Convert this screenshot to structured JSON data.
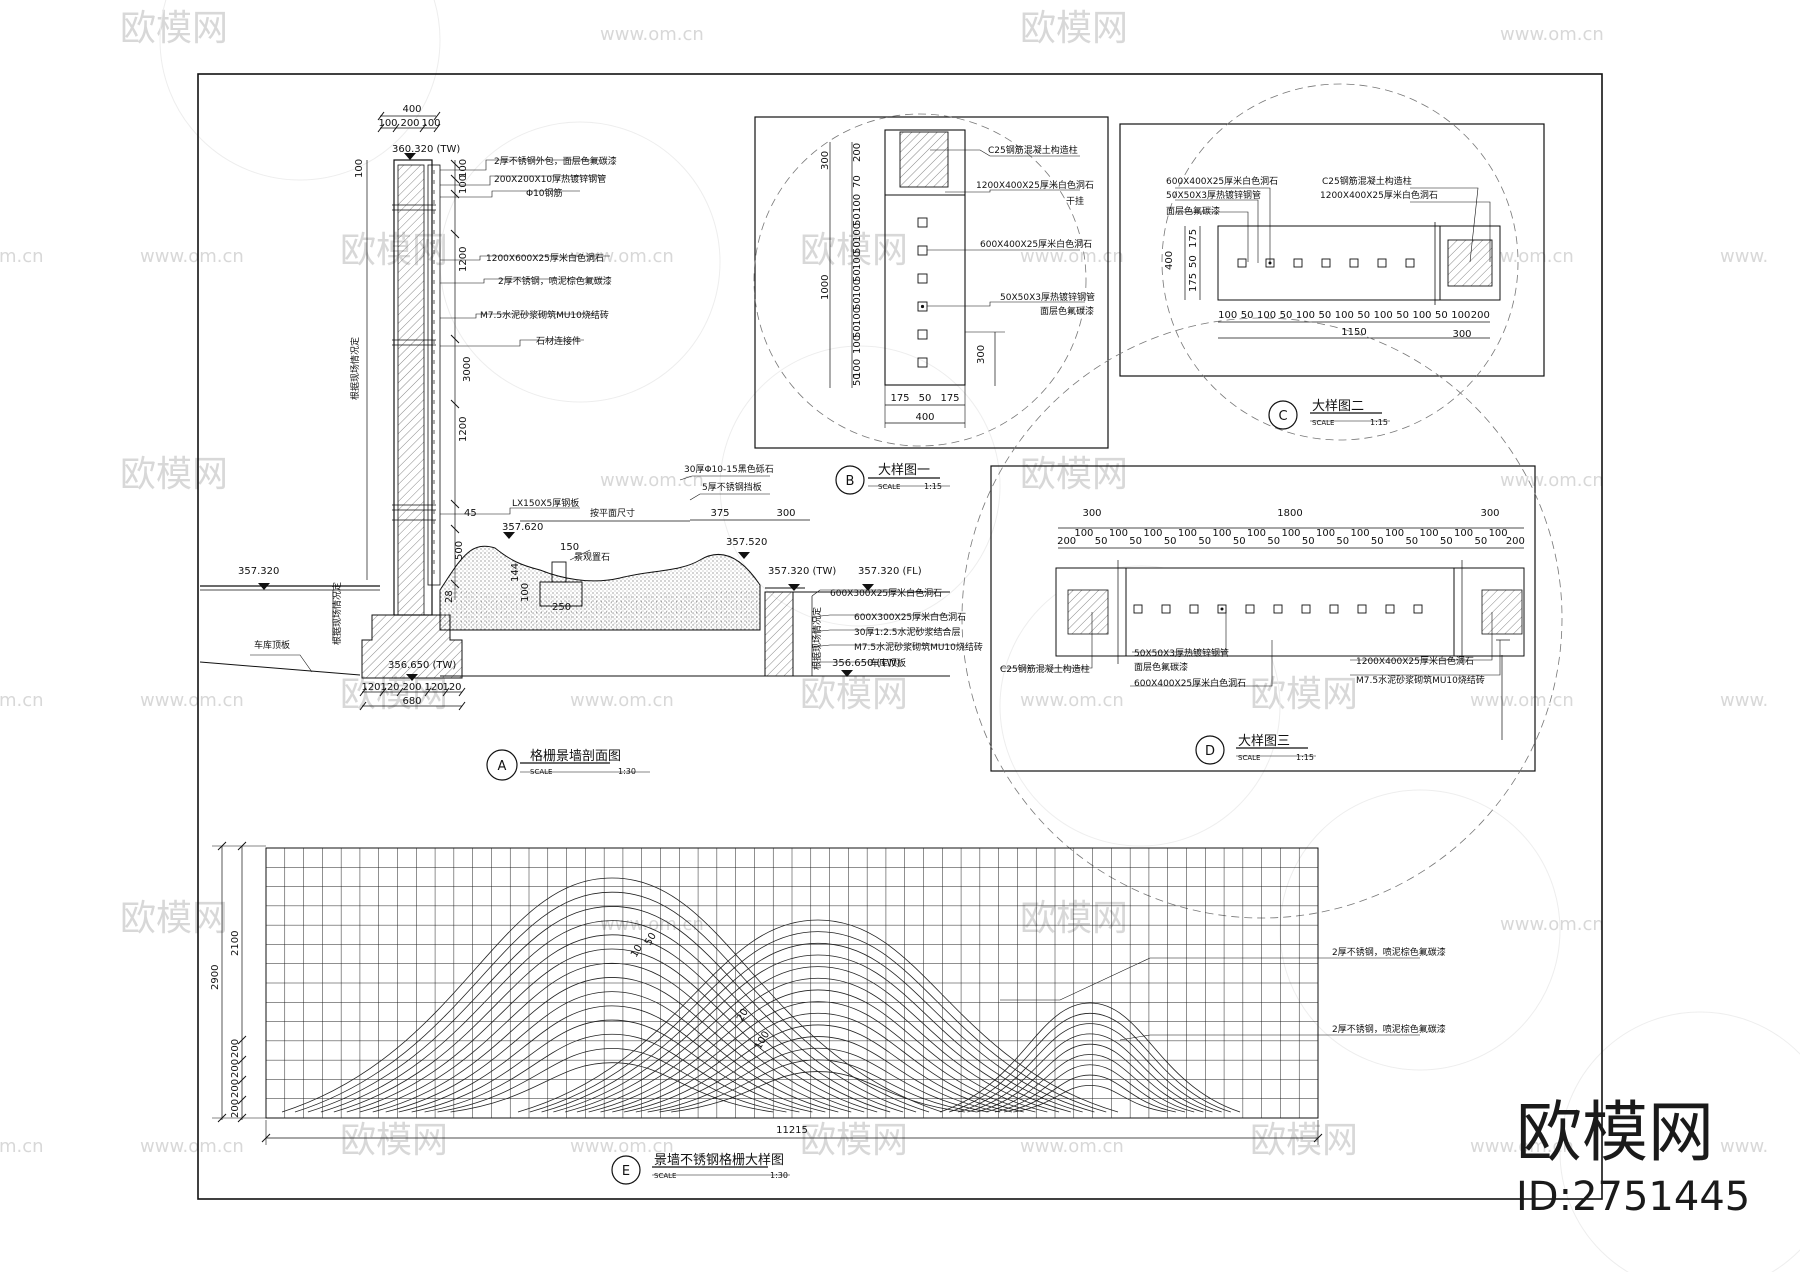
{
  "watermark": {
    "brand": "欧模网",
    "url": "www.om.cn",
    "url_cut_left": "om.cn",
    "url_cut_right": "www."
  },
  "corner": {
    "brand": "欧模网",
    "id": "ID:2751445"
  },
  "panel_a": {
    "letter": "A",
    "title": "格栅景墙剖面图",
    "scale_label": "SCALE",
    "scale": "1:30",
    "dims": {
      "top_total": "400",
      "top_a": "100",
      "top_b": "200",
      "top_c": "100",
      "right_100a": "100",
      "right_100b": "100",
      "right_1200a": "1200",
      "right_3000": "3000",
      "right_1200b": "1200",
      "right_45": "45",
      "right_500": "500",
      "right_28": "28",
      "left_100": "100",
      "bottom_total": "680",
      "b1": "120",
      "b2": "120",
      "b3": "200",
      "b4": "120",
      "b5": "120",
      "rock_375": "375",
      "rock_300": "300",
      "d144": "144",
      "d100": "100",
      "d250": "250",
      "d150": "150"
    },
    "levels": {
      "top_tw": "360.320 (TW)",
      "left_ground": "357.320",
      "rock_left": "357.620",
      "rock_right": "357.520",
      "wall_tw": "357.320 (TW)",
      "floor_fl": "357.320 (FL)",
      "foot_tw": "356.650 (TW)",
      "right_foot_tw": "356.650 (TW)"
    },
    "notes": {
      "n1": "2厚不锈钢外包，面层色氟碳漆",
      "n2": "200X200X10厚热镀锌钢管",
      "n3": "Φ10钢筋",
      "n4": "1200X600X25厚米白色洞石",
      "n5": "2厚不锈钢，喷泥棕色氟碳漆",
      "n6": "M7.5水泥砂浆砌筑MU10烧结砖",
      "n7": "石材连接件",
      "n8": "LX150X5厚钢板",
      "n9": "按平面尺寸",
      "n10": "30厚Φ10-15黑色砾石",
      "n11": "5厚不锈钢挡板",
      "n12": "景观置石",
      "n13": "600X300X25厚米白色洞石",
      "n14": "600X300X25厚米白色洞石",
      "n15": "30厚1:2.5水泥砂浆结合层",
      "n16": "M7.5水泥砂浆砌筑MU10烧结砖",
      "n17": "车库顶板",
      "n18": "车库顶板",
      "v1": "根据现场情况定",
      "v2": "根据现场情况定",
      "v3": "根据现场情况定"
    }
  },
  "panel_b": {
    "letter": "B",
    "title": "大样图一",
    "scale_label": "SCALE",
    "scale": "1:15",
    "dims": {
      "left_300": "300",
      "left_1000": "1000",
      "s200": "200",
      "s70": "70",
      "s100a": "100",
      "s50a": "50",
      "s100b": "100",
      "s50b": "50",
      "s100c": "100",
      "s50c": "50",
      "s100d": "100",
      "s50d": "50",
      "s100e": "100",
      "s50e": "50",
      "s100f": "100",
      "s100g": "100",
      "s50g": "50",
      "right_300": "300",
      "b175a": "175",
      "b50": "50",
      "b175b": "175",
      "b400": "400"
    },
    "notes": {
      "n1": "C25钢筋混凝土构造柱",
      "n2": "1200X400X25厚米白色洞石",
      "n2b": "干挂",
      "n3": "600X400X25厚米白色洞石",
      "n4": "50X50X3厚热镀锌钢管",
      "n4b": "面层色氟碳漆"
    }
  },
  "panel_c": {
    "letter": "C",
    "title": "大样图二",
    "scale_label": "SCALE",
    "scale": "1:15",
    "dims": {
      "left_400": "400",
      "l175a": "175",
      "l50": "50",
      "l175b": "175",
      "seq": [
        "100",
        "50",
        "100",
        "50",
        "100",
        "50",
        "100",
        "50",
        "100",
        "50",
        "100",
        "50",
        "100",
        "200"
      ],
      "total_1150": "1150",
      "total_300": "300"
    },
    "notes": {
      "n1": "600X400X25厚米白色洞石",
      "n2": "50X50X3厚热镀锌钢管",
      "n3": "面层色氟碳漆",
      "n4": "C25钢筋混凝土构造柱",
      "n5": "1200X400X25厚米白色洞石"
    }
  },
  "panel_d": {
    "letter": "D",
    "title": "大样图三",
    "scale_label": "SCALE",
    "scale": "1:15",
    "dims": {
      "top_300a": "300",
      "top_1800": "1800",
      "top_300b": "300",
      "seq": [
        "200",
        "100",
        "50",
        "100",
        "50",
        "100",
        "50",
        "100",
        "50",
        "100",
        "50",
        "100",
        "50",
        "100",
        "50",
        "100",
        "50",
        "100",
        "50",
        "100",
        "50",
        "100",
        "50",
        "100",
        "50",
        "100",
        "200"
      ]
    },
    "notes": {
      "n1": "C25钢筋混凝土构造柱",
      "n2": "50X50X3厚热镀锌钢管",
      "n3": "面层色氟碳漆",
      "n4": "600X400X25厚米白色洞石",
      "n5": "1200X400X25厚米白色洞石",
      "n6": "M7.5水泥砂浆砌筑MU10烧结砖"
    }
  },
  "panel_e": {
    "letter": "E",
    "title": "景墙不锈钢格栅大样图",
    "scale_label": "SCALE",
    "scale": "1:30",
    "dims": {
      "height_total": "2900",
      "height_upper": "2100",
      "h200a": "200",
      "h200b": "200",
      "h200c": "200",
      "h200d": "200",
      "width_total": "11215",
      "tag1": "10",
      "tag1b": "50",
      "tag2": "20",
      "tag2b": "100"
    },
    "notes": {
      "n1": "2厚不锈钢，喷泥棕色氟碳漆",
      "n2": "2厚不锈钢，喷泥棕色氟碳漆"
    }
  }
}
